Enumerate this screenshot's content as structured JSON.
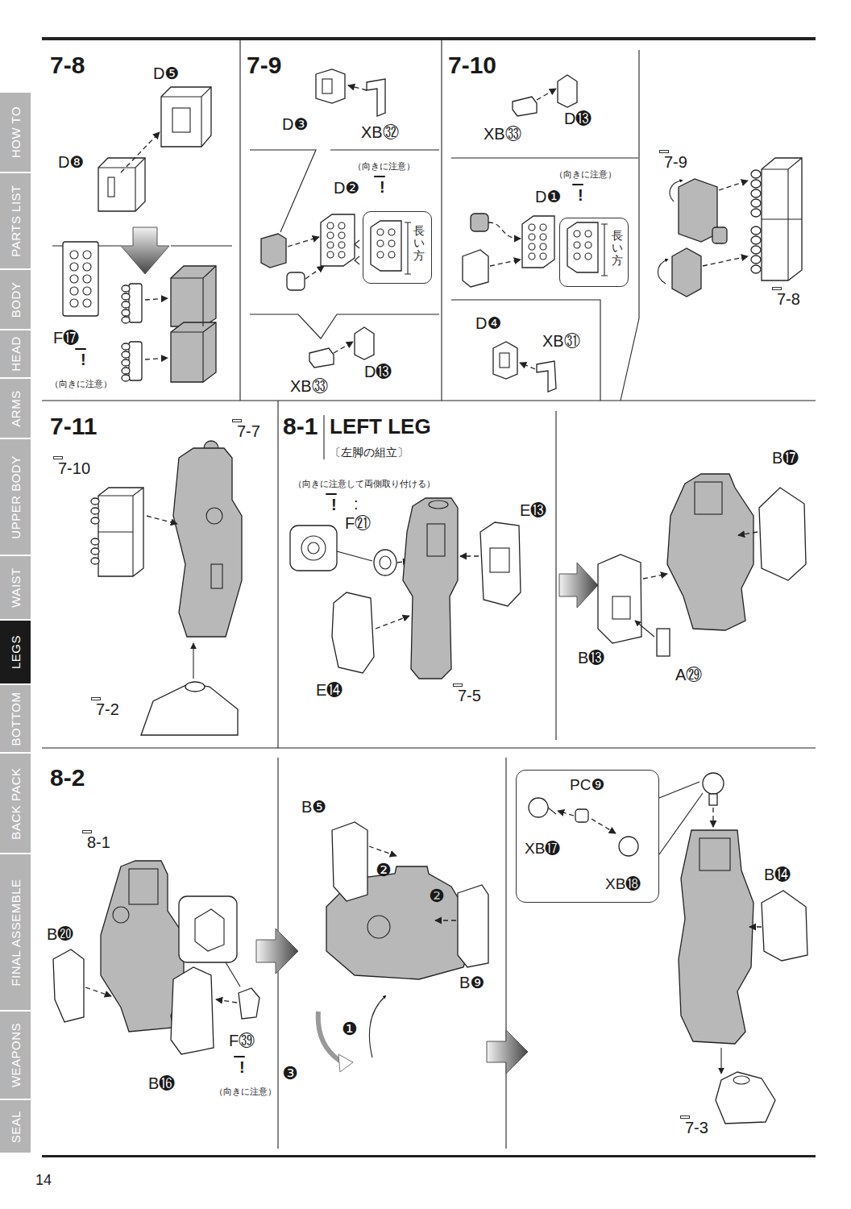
{
  "diagram": {
    "nodes": [
      {
        "text": [
          "HOW TO"
        ]
      },
      {
        "text": [
          "PARTS LIST"
        ]
      },
      {
        "text": [
          "BODY"
        ]
      },
      {
        "text": [
          "HEAD"
        ]
      },
      {
        "text": [
          "ARMS"
        ]
      },
      {
        "text": [
          "UPPER BODY"
        ]
      },
      {
        "text": [
          "WAIST"
        ]
      },
      {
        "text": [
          "LEGS"
        ]
      },
      {
        "text": [
          "BOTTOM"
        ]
      },
      {
        "text": [
          "BACK PACK"
        ]
      },
      {
        "text": [
          "FINAL ASSEMBLE"
        ]
      },
      {
        "text": [
          "WEAPONS"
        ]
      },
      {
        "text": [
          "SEAL"
        ]
      },
      {
        "text": [
          "7-8"
        ]
      },
      {
        "text": [
          "!"
        ],
        "in": 13
      },
      {
        "text": [
          "7-9"
        ]
      },
      {
        "text": [
          "!"
        ],
        "in": 15
      },
      {
        "text": [
          "長い方"
        ],
        "in": 15
      },
      {
        "text": [
          "7-10"
        ]
      },
      {
        "text": [
          "!"
        ],
        "in": 18
      },
      {
        "text": [
          "長い方"
        ],
        "in": 18
      },
      {
        "text": [
          "7-9"
        ],
        "in": 18
      },
      {
        "text": [
          "7-8"
        ],
        "in": 18
      },
      {
        "text": [
          "7-11"
        ]
      },
      {
        "text": [
          "7-7"
        ],
        "in": 23
      },
      {
        "text": [
          "7-10"
        ],
        "in": 23
      },
      {
        "text": [
          "7-2"
        ],
        "in": 23
      },
      {
        "text": [
          "8-1",
          "LEFT LEG",
          "〔左脚の組立〕"
        ]
      },
      {
        "text": [
          "!"
        ],
        "in": 27
      },
      {
        "text": [
          "7-5"
        ],
        "in": 27
      },
      {
        "text": [
          "8-2"
        ]
      },
      {
        "text": [
          "8-1"
        ],
        "in": 30
      },
      {
        "text": [
          "!"
        ],
        "in": 30
      },
      {
        "text": [
          "PC❾",
          "XB⓱",
          "XB⓲"
        ],
        "in": 30
      },
      {
        "text": [
          "7-3"
        ],
        "in": 30
      }
    ],
    "labels": [
      "D❺",
      "D❽",
      "F⓱",
      "（向きに注意）",
      "D❸",
      "XB㉜",
      "（向きに注意）",
      "D❷",
      "XB㉝",
      "D⓭",
      "XB㉝",
      "D⓭",
      "（向きに注意）",
      "D❶",
      "D❹",
      "XB㉛",
      "（向きに注意して両側取り付ける）",
      ":",
      "F㉑",
      "E⓭",
      "E⓮",
      "B⓱",
      "B⓭",
      "A㉙",
      "B⓴",
      "B⓰",
      "F㊴",
      "（向きに注意）",
      "B❺",
      "❷",
      "❷",
      "B❾",
      "❶",
      "❸",
      "B⓮",
      "14"
    ]
  }
}
